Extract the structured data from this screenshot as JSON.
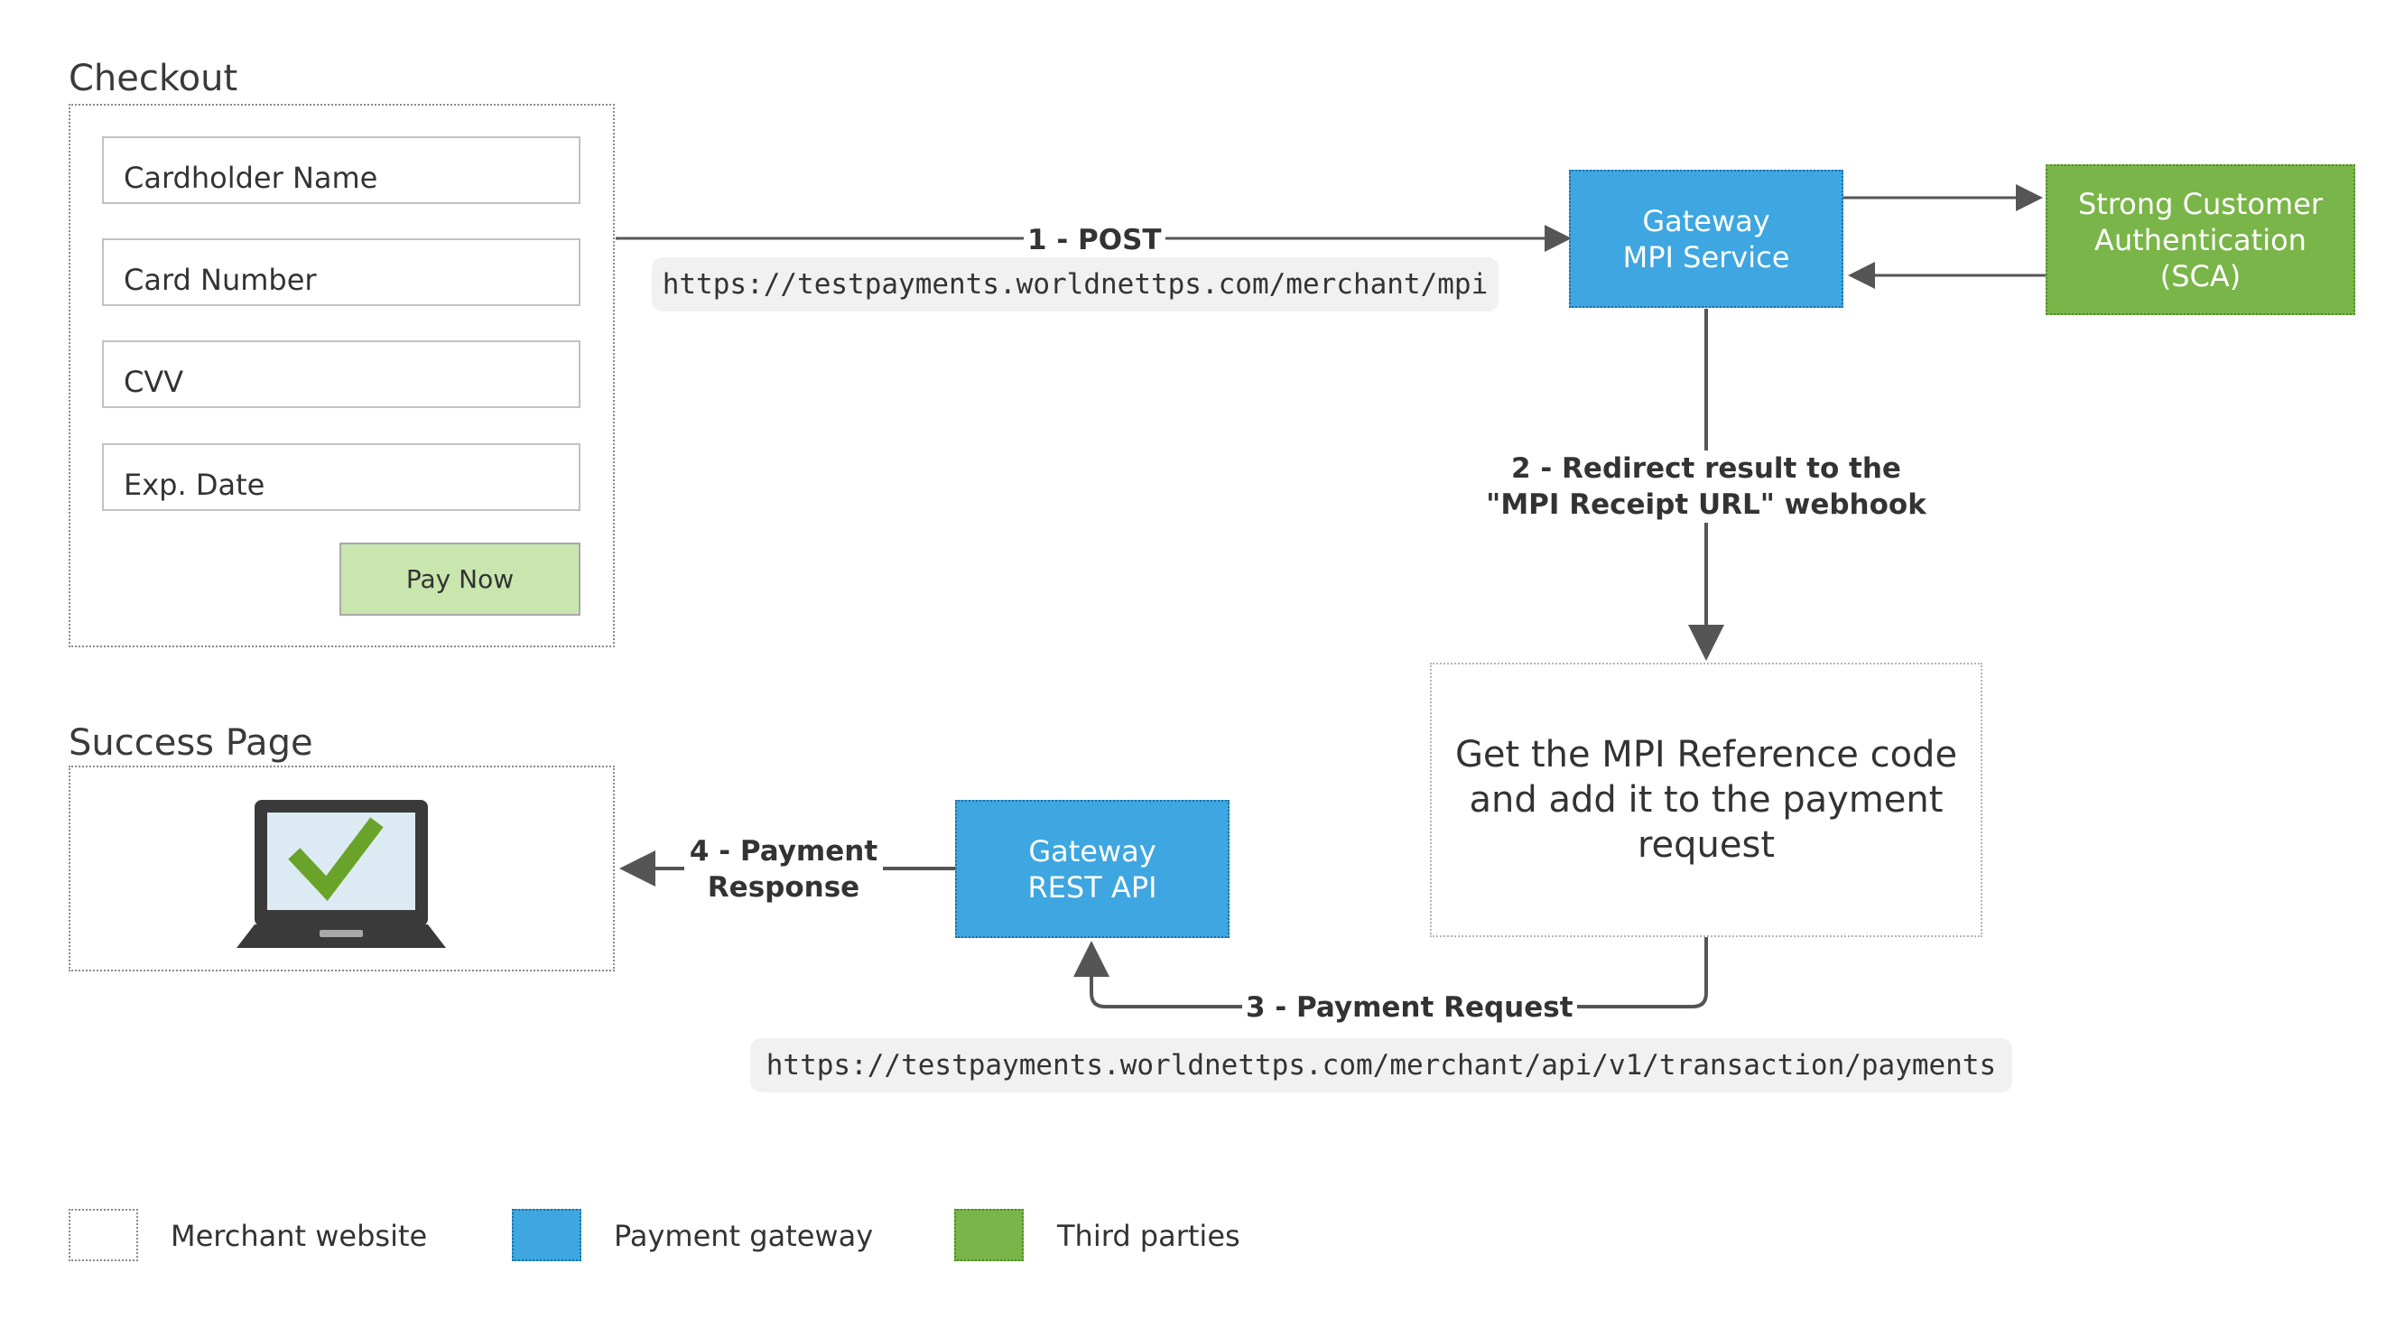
{
  "checkout": {
    "title": "Checkout",
    "fields": [
      "Cardholder Name",
      "Card Number",
      "CVV",
      "Exp. Date"
    ],
    "button": "Pay Now"
  },
  "success": {
    "title": "Success Page"
  },
  "nodes": {
    "mpi": [
      "Gateway",
      "MPI Service"
    ],
    "sca": [
      "Strong Customer",
      "Authentication",
      "(SCA)"
    ],
    "rest": [
      "Gateway",
      "REST API"
    ],
    "reference": [
      "Get the MPI Reference code",
      "and add it to the payment",
      "request"
    ]
  },
  "edges": {
    "step1": "1 - POST",
    "step2": [
      "2 - Redirect result to the",
      "\"MPI Receipt URL\" webhook"
    ],
    "step3": "3 - Payment Request",
    "step4": [
      "4 - Payment",
      "Response"
    ]
  },
  "urls": {
    "mpi": "https://testpayments.worldnettps.com/merchant/mpi",
    "payments": "https://testpayments.worldnettps.com/merchant/api/v1/transaction/payments"
  },
  "legend": [
    {
      "label": "Merchant website",
      "color": "#ffffff"
    },
    {
      "label": "Payment gateway",
      "color": "#3ea6e0"
    },
    {
      "label": "Third parties",
      "color": "#79b548"
    }
  ],
  "colors": {
    "gateway": "#3ea6e0",
    "third_party": "#79b548",
    "pay_button": "#c8e6ad",
    "arrow": "#555555"
  },
  "icons": {
    "success": "laptop-checkmark-icon"
  }
}
